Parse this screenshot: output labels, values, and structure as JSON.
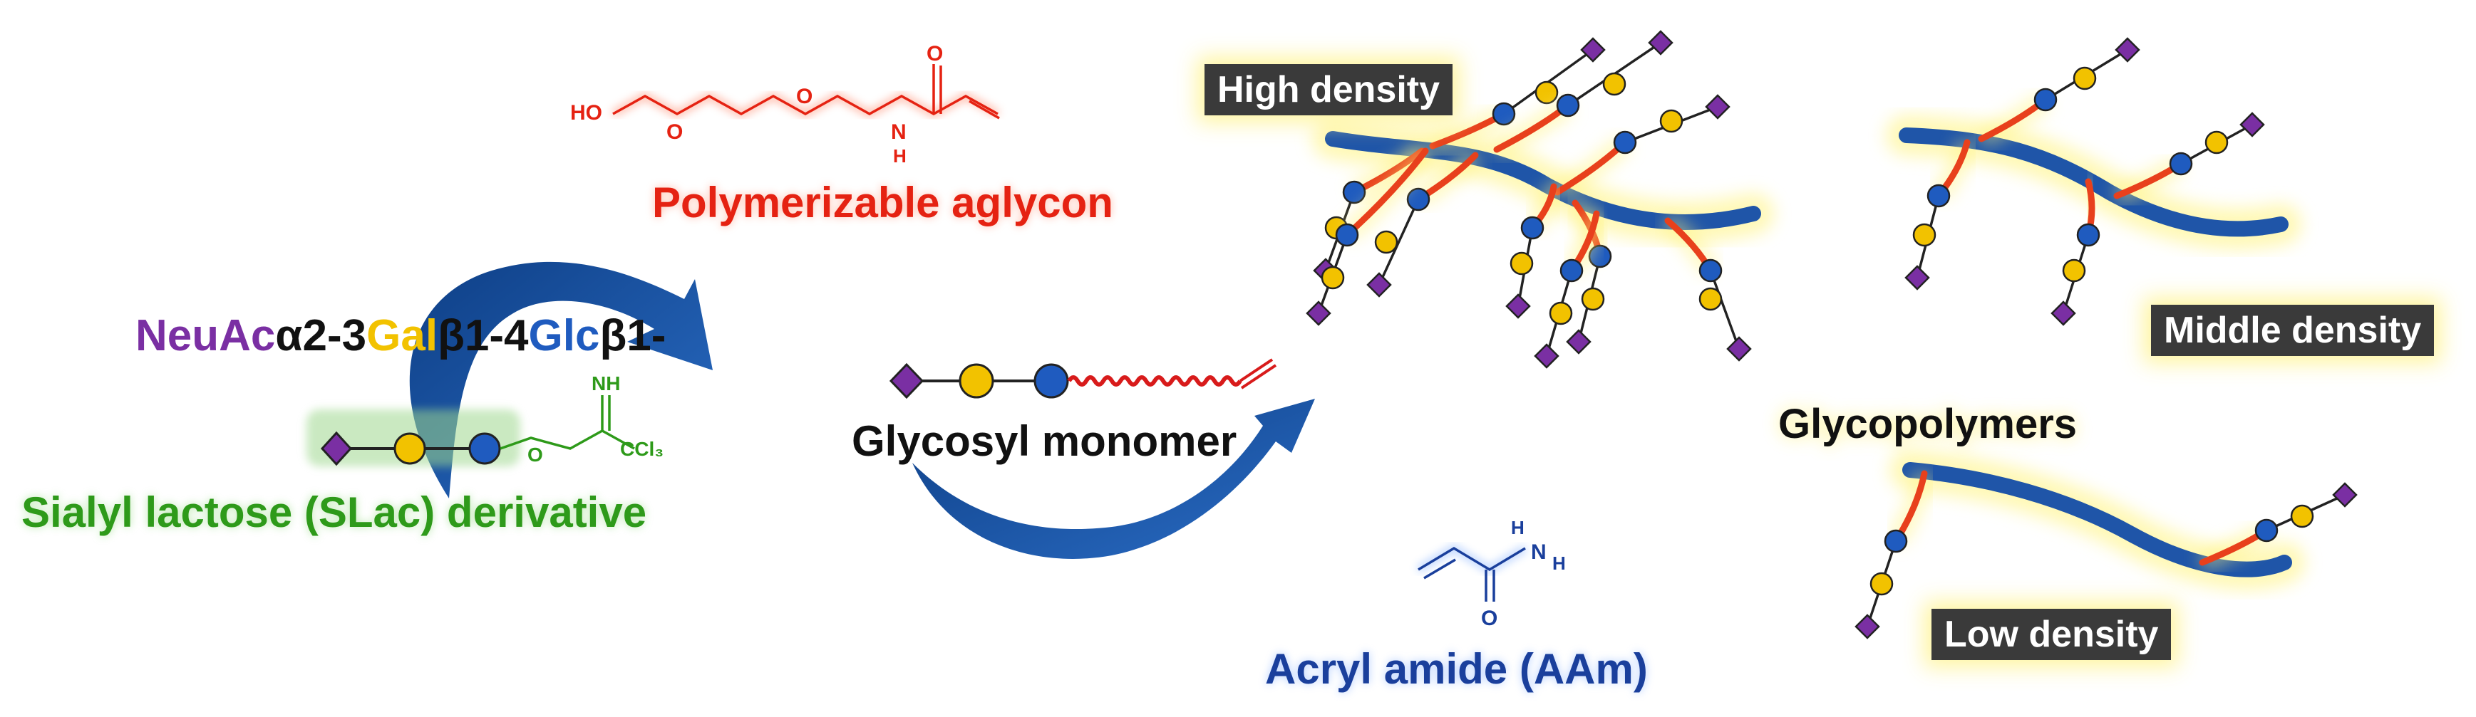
{
  "seq": {
    "neuac": "NeuAc",
    "a23": "α2-3",
    "gal": "Gal",
    "b14": "β1-4",
    "glc": "Glc",
    "b1": "β1-"
  },
  "labels": {
    "aglycon": "Polymerizable aglycon",
    "slac": "Sialyl lactose (SLac) derivative",
    "monomer": "Glycosyl monomer",
    "aam": "Acryl amide (AAm)",
    "glycopolymers": "Glycopolymers",
    "high": "High density",
    "middle": "Middle density",
    "low": "Low density"
  },
  "chem": {
    "ho": "HO",
    "o1": "O",
    "o2": "O",
    "o3": "O",
    "n": "N",
    "h": "H",
    "nh": "NH",
    "ccl3": "CCl₃",
    "o_imid": "O",
    "o_aam": "O",
    "nh2_n": "N",
    "nh2_h1": "H",
    "nh2_h2": "H"
  },
  "colors": {
    "neuac": "#7a2fa3",
    "gal": "#f2c200",
    "glc": "#1f5bbf",
    "aglycon": "#e52212",
    "slac": "#2e9a1a",
    "aam": "#1a3f9c",
    "backbone": "#1f55a8",
    "arrow": "#1d5aa8"
  }
}
